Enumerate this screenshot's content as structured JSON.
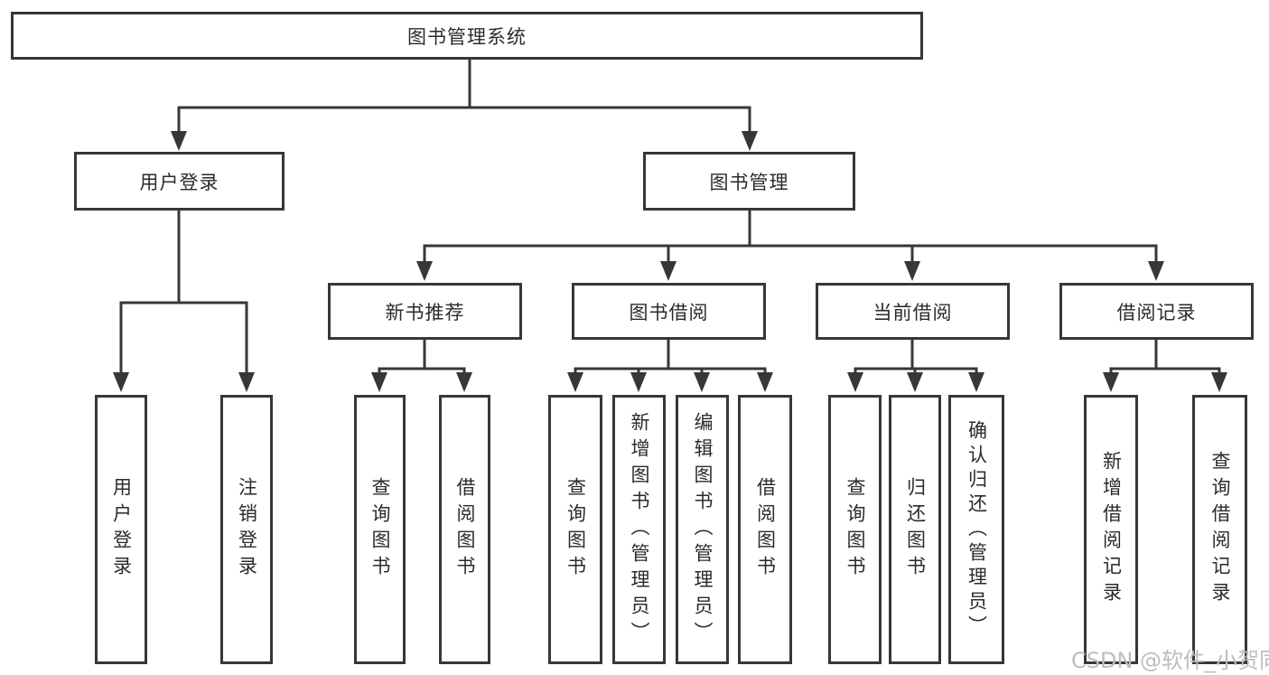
{
  "diagram": {
    "title": "图书管理系统",
    "watermark": "CSDN @软件_小贺同学",
    "colors": {
      "line": "#373737",
      "text": "#2b2b2b",
      "watermark": "#bdbdbd",
      "background": "#ffffff"
    },
    "nodes": {
      "root": {
        "label": "图书管理系统"
      },
      "user_login": {
        "label": "用户登录"
      },
      "book_mgmt": {
        "label": "图书管理"
      },
      "new_book_rec": {
        "label": "新书推荐"
      },
      "book_borrow": {
        "label": "图书借阅"
      },
      "current_borrow": {
        "label": "当前借阅"
      },
      "borrow_records": {
        "label": "借阅记录"
      },
      "leaf_user_login": {
        "label": "用户登录"
      },
      "leaf_logout": {
        "label": "注销登录"
      },
      "leaf_query_book_1": {
        "label": "查询图书"
      },
      "leaf_borrow_book_1": {
        "label": "借阅图书"
      },
      "leaf_query_book_2": {
        "label": "查询图书"
      },
      "leaf_add_book": {
        "label": "新增图书（管理员）"
      },
      "leaf_edit_book": {
        "label": "编辑图书（管理员）"
      },
      "leaf_borrow_book_2": {
        "label": "借阅图书"
      },
      "leaf_query_book_3": {
        "label": "查询图书"
      },
      "leaf_return_book": {
        "label": "归还图书"
      },
      "leaf_confirm_return": {
        "label": "确认归还（管理员）"
      },
      "leaf_add_record": {
        "label": "新增借阅记录"
      },
      "leaf_query_record": {
        "label": "查询借阅记录"
      }
    }
  }
}
